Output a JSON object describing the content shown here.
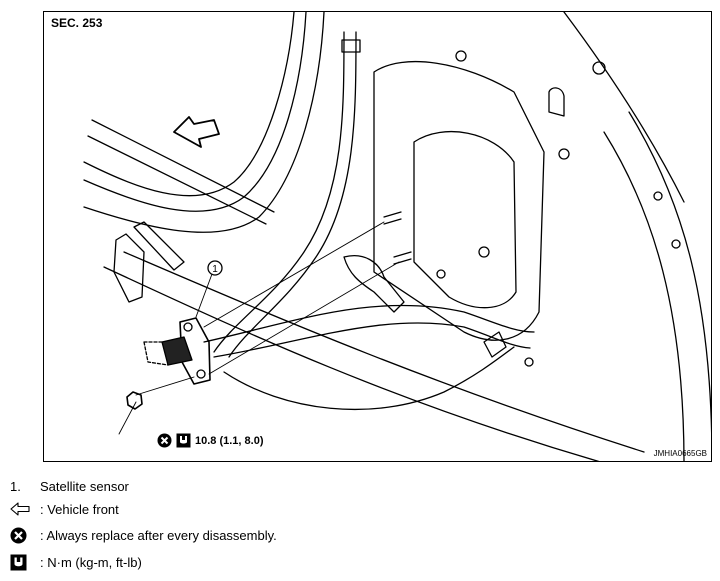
{
  "figure": {
    "section": "SEC. 253",
    "callout": "1",
    "torque_value": "10.8 (1.1, 8.0)",
    "image_code": "JMHIA0665GB"
  },
  "legend": {
    "item1_number": "1.",
    "item1_label": "Satellite sensor",
    "front_label": ": Vehicle front",
    "replace_label": ": Always replace after every disassembly.",
    "torque_label": ": N·m (kg-m, ft-lb)"
  },
  "icons": [
    "vehicle-front-arrow-icon",
    "always-replace-icon",
    "torque-wrench-icon"
  ]
}
